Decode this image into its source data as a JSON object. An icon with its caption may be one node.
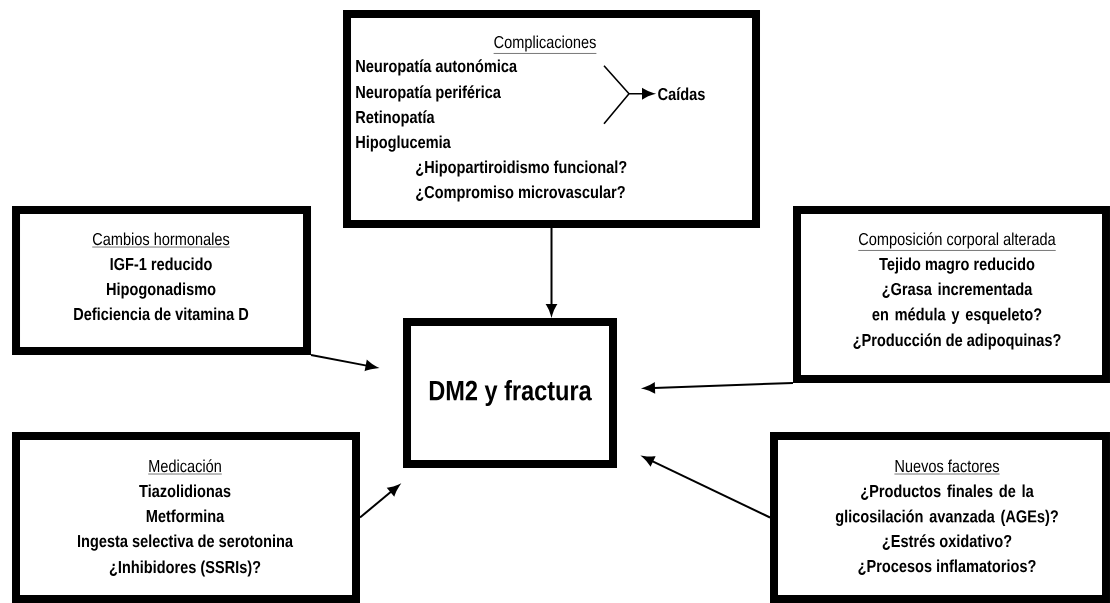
{
  "diagram": {
    "nodes": [
      {
        "text": [
          "Complicaciones",
          "Neuropatía autonómica",
          "Neuropatía periférica",
          "Retinopatía",
          "Hipoglucemia",
          "¿Hipopartiroidismo funcional?",
          "¿Compromiso microvascular?"
        ]
      },
      {
        "text": [
          "Caídas"
        ],
        "in": 0
      },
      {
        "text": [
          "Cambios hormonales",
          "IGF-1 reducido",
          "Hipogonadismo",
          "Deficiencia de vitamina D"
        ]
      },
      {
        "text": [
          "Composición corporal alterada",
          "Tejido magro reducido",
          "¿Grasa incrementada en médula y esqueleto?",
          "¿Producción de adipoquinas?"
        ]
      },
      {
        "text": [
          "DM2 y fractura"
        ]
      },
      {
        "text": [
          "Medicación",
          "Tiazolidionas",
          "Metformina",
          "Ingesta selectiva de serotonina",
          "¿Inhibidores (SSRIs)?"
        ]
      },
      {
        "text": [
          "Nuevos factores",
          "¿Productos finales de la glicosilación avanzada (AGEs)?",
          "¿Estrés oxidativo?",
          "¿Procesos inflamatorios?"
        ]
      }
    ],
    "edges": [
      {
        "from": null,
        "to": 1,
        "arrow": "to"
      },
      {
        "from": 0,
        "to": 4,
        "arrow": "to"
      },
      {
        "from": 2,
        "to": 4,
        "arrow": "to"
      },
      {
        "from": 3,
        "to": 4,
        "arrow": "to"
      },
      {
        "from": 5,
        "to": 4,
        "arrow": "to"
      },
      {
        "from": 6,
        "to": 4,
        "arrow": "to"
      }
    ]
  }
}
